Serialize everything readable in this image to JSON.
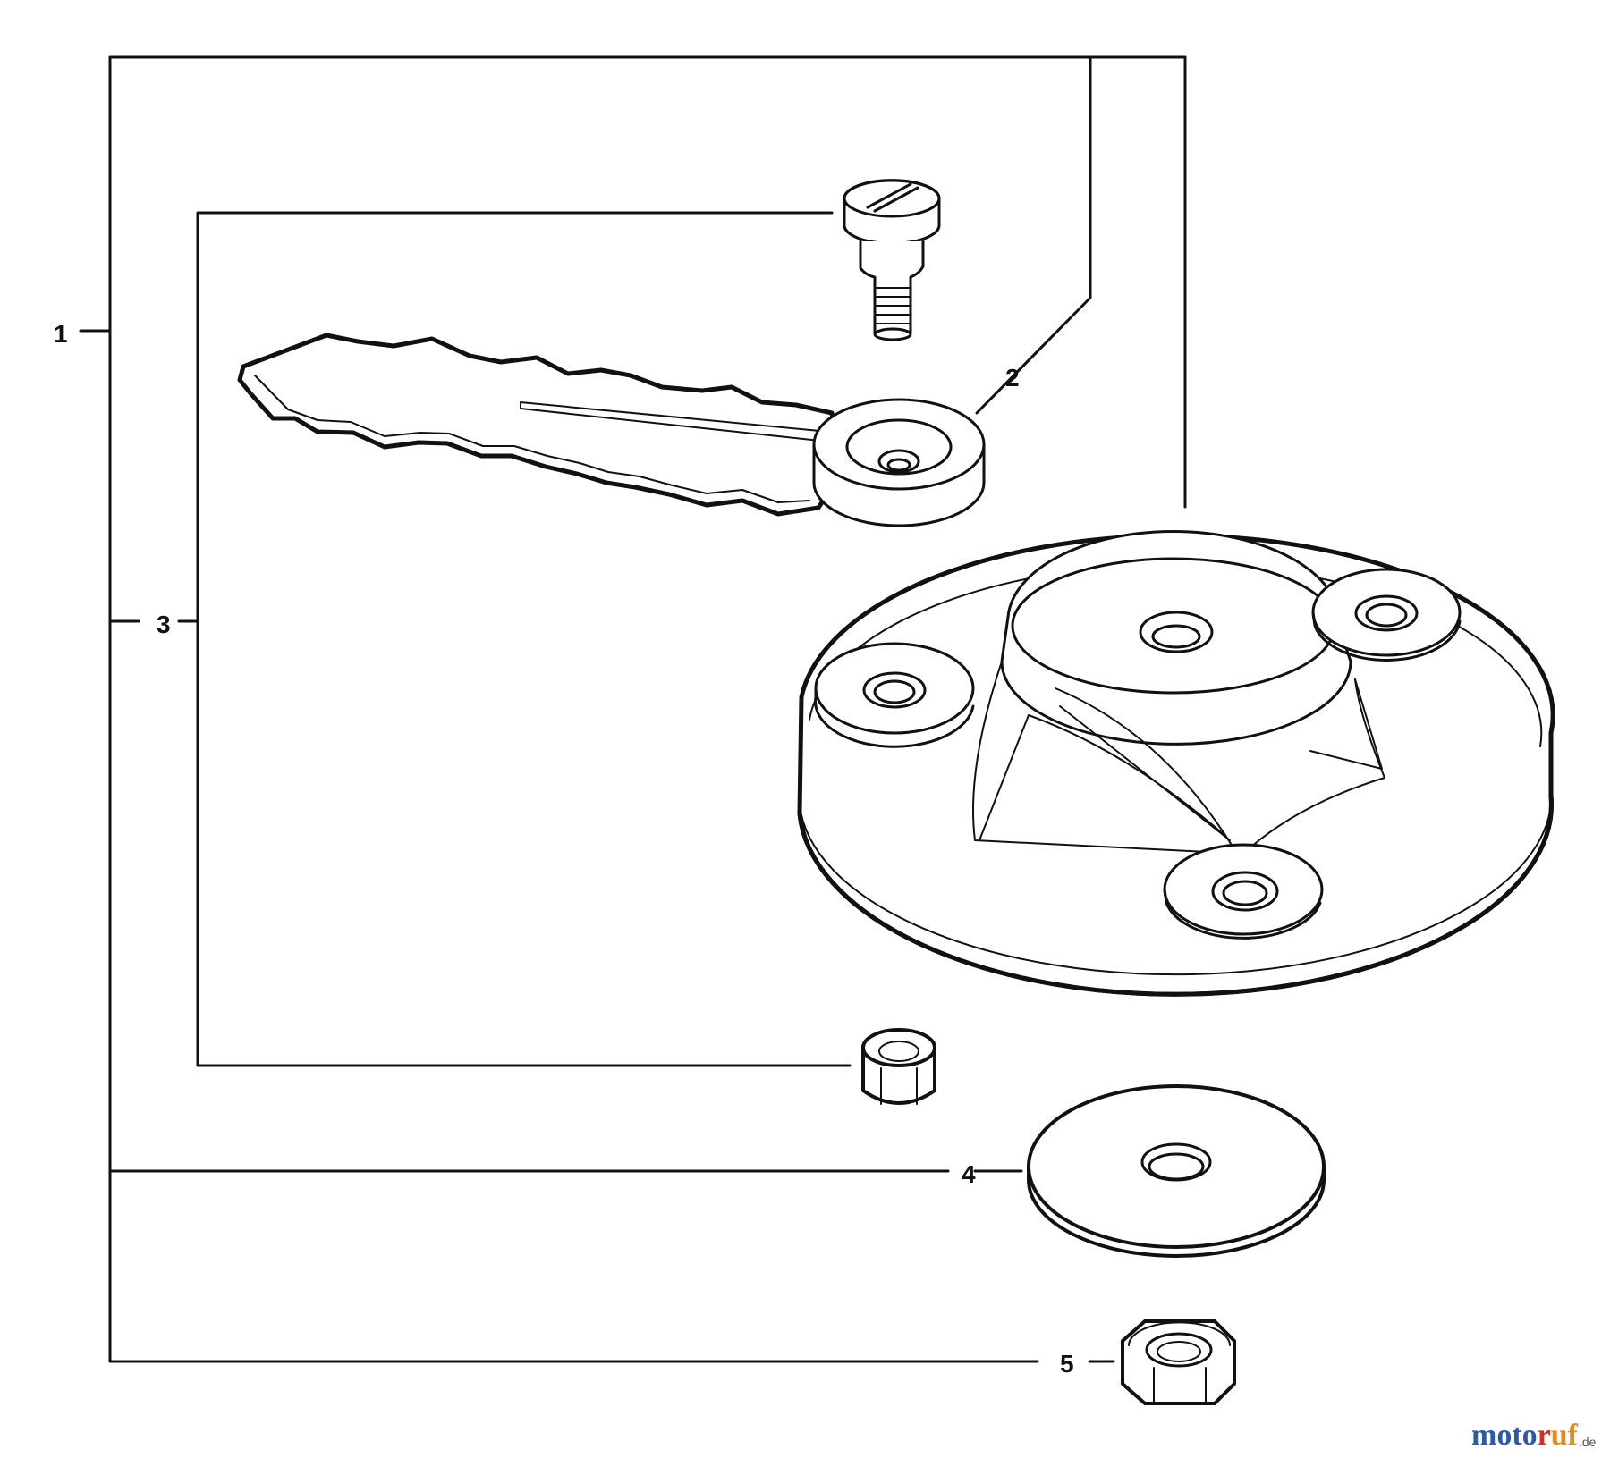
{
  "callouts": [
    {
      "id": "1",
      "label": "1"
    },
    {
      "id": "2",
      "label": "2"
    },
    {
      "id": "3",
      "label": "3"
    },
    {
      "id": "4",
      "label": "4"
    },
    {
      "id": "5",
      "label": "5"
    }
  ],
  "watermark": {
    "brand": "motoruf",
    "brand_parts": [
      "m",
      "o",
      "t",
      "o",
      "r",
      "u",
      "f"
    ],
    "suffix": ".de",
    "colors": [
      "#2b5aa8",
      "#2b5aa8",
      "#2b5aa8",
      "#2b5aa8",
      "#d22f27",
      "#e58a1f",
      "#e58a1f"
    ]
  },
  "colors": {
    "line": "#111111",
    "background": "#ffffff"
  }
}
